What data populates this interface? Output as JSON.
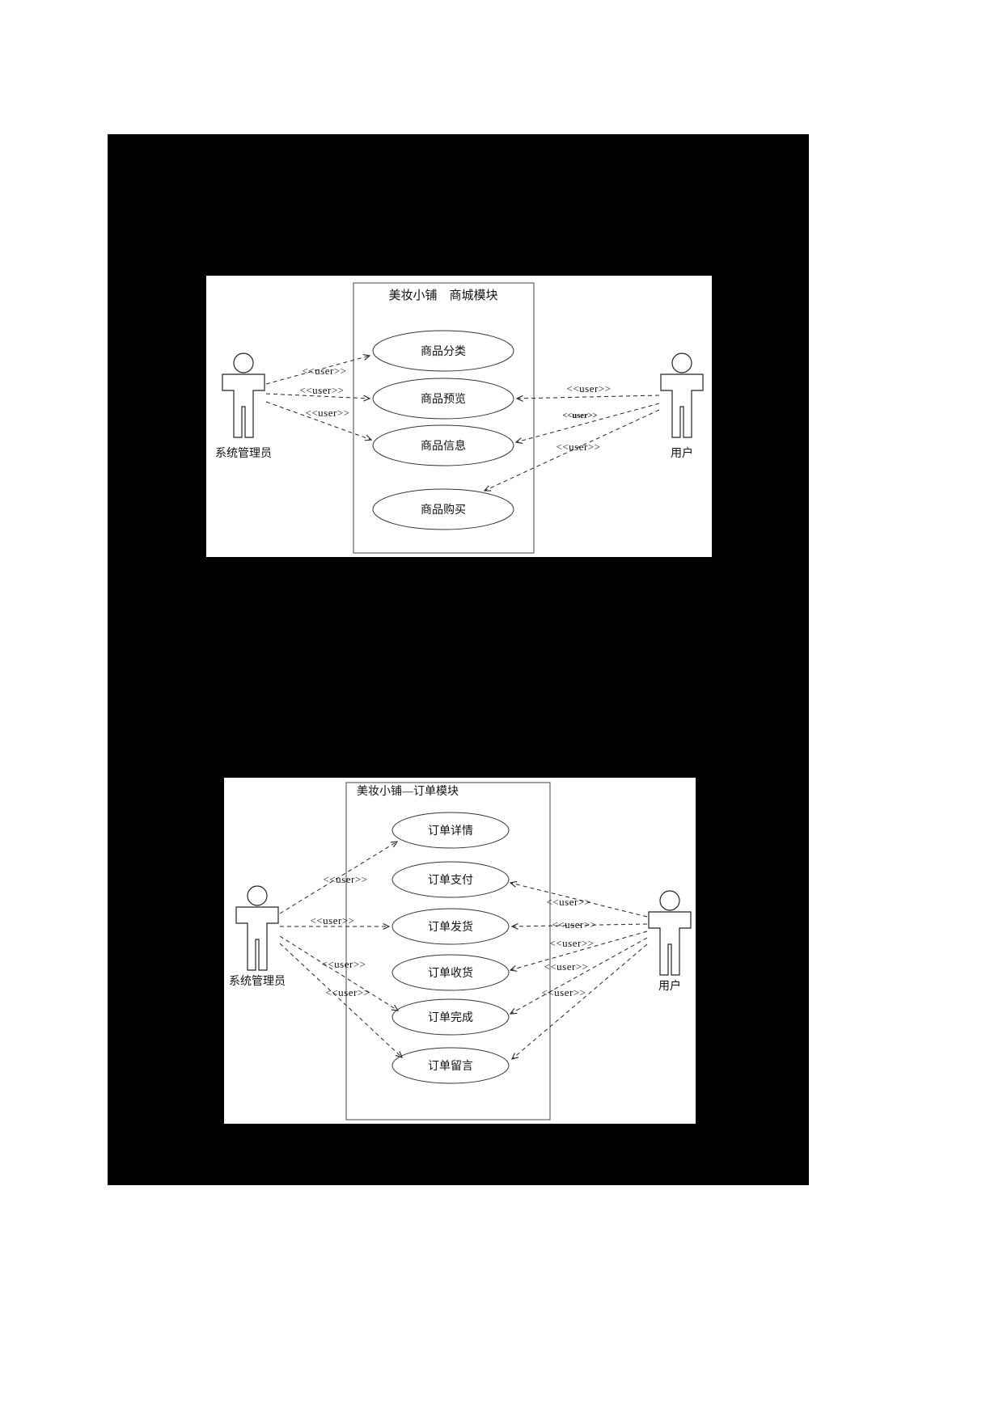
{
  "page": {
    "background": "#ffffff",
    "canvas_color": "#000000",
    "panel_color": "#ffffff",
    "line_color": "#222222"
  },
  "diagram1": {
    "title": "美妆小铺　商城模块",
    "use_cases": [
      "商品分类",
      "商品预览",
      "商品信息",
      "商品购买"
    ],
    "actors": {
      "left": "系统管理员",
      "right": "用户"
    },
    "stereotype": "<<user>>"
  },
  "diagram2": {
    "title": "美妆小铺—订单模块",
    "use_cases": [
      "订单详情",
      "订单支付",
      "订单发货",
      "订单收货",
      "订单完成",
      "订单留言"
    ],
    "actors": {
      "left": "系统管理员",
      "right": "用户"
    },
    "stereotype": "<<user>>"
  }
}
